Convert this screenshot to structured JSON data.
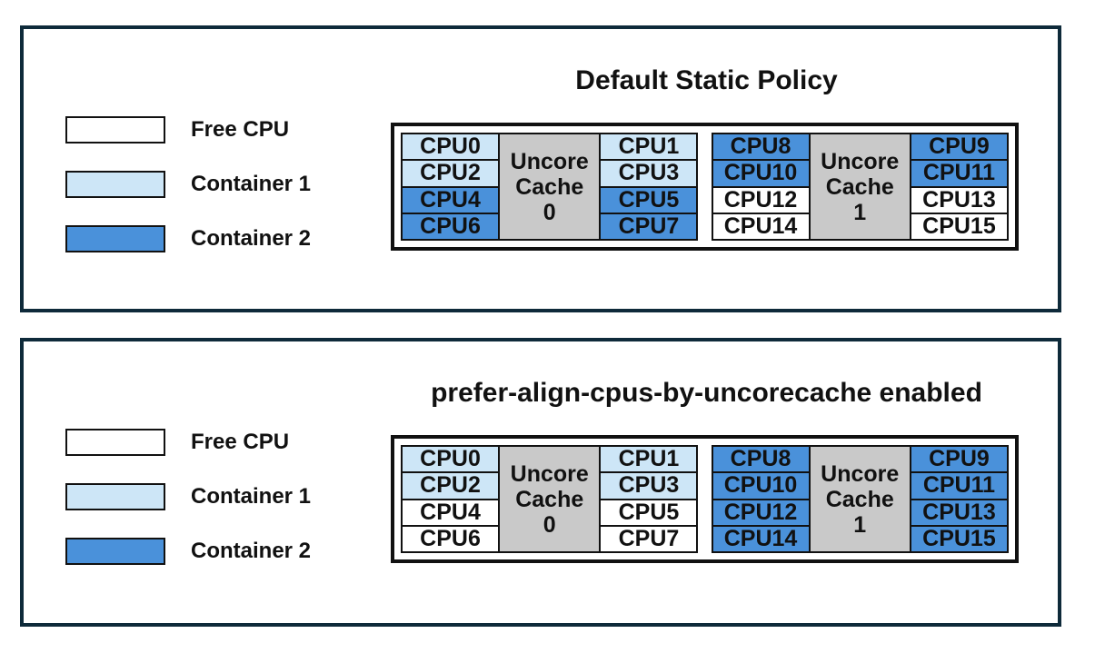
{
  "colors": {
    "free": "#ffffff",
    "container1": "#cde6f7",
    "container2": "#4a91da",
    "cache_gray": "#c9c9c9",
    "panel_border": "#0e2a3a",
    "line_black": "#111111"
  },
  "legend": [
    {
      "label": "Free CPU",
      "color_key": "free"
    },
    {
      "label": "Container 1",
      "color_key": "container1"
    },
    {
      "label": "Container 2",
      "color_key": "container2"
    }
  ],
  "panels": [
    {
      "title": "Default Static Policy",
      "groups": [
        {
          "cache_lines": [
            "Uncore",
            "Cache",
            "0"
          ],
          "left": [
            {
              "label": "CPU0",
              "state": "container1"
            },
            {
              "label": "CPU2",
              "state": "container1"
            },
            {
              "label": "CPU4",
              "state": "container2"
            },
            {
              "label": "CPU6",
              "state": "container2"
            }
          ],
          "right": [
            {
              "label": "CPU1",
              "state": "container1"
            },
            {
              "label": "CPU3",
              "state": "container1"
            },
            {
              "label": "CPU5",
              "state": "container2"
            },
            {
              "label": "CPU7",
              "state": "container2"
            }
          ]
        },
        {
          "cache_lines": [
            "Uncore",
            "Cache",
            "1"
          ],
          "left": [
            {
              "label": "CPU8",
              "state": "container2"
            },
            {
              "label": "CPU10",
              "state": "container2"
            },
            {
              "label": "CPU12",
              "state": "free"
            },
            {
              "label": "CPU14",
              "state": "free"
            }
          ],
          "right": [
            {
              "label": "CPU9",
              "state": "container2"
            },
            {
              "label": "CPU11",
              "state": "container2"
            },
            {
              "label": "CPU13",
              "state": "free"
            },
            {
              "label": "CPU15",
              "state": "free"
            }
          ]
        }
      ]
    },
    {
      "title": "prefer-align-cpus-by-uncorecache enabled",
      "groups": [
        {
          "cache_lines": [
            "Uncore",
            "Cache",
            "0"
          ],
          "left": [
            {
              "label": "CPU0",
              "state": "container1"
            },
            {
              "label": "CPU2",
              "state": "container1"
            },
            {
              "label": "CPU4",
              "state": "free"
            },
            {
              "label": "CPU6",
              "state": "free"
            }
          ],
          "right": [
            {
              "label": "CPU1",
              "state": "container1"
            },
            {
              "label": "CPU3",
              "state": "container1"
            },
            {
              "label": "CPU5",
              "state": "free"
            },
            {
              "label": "CPU7",
              "state": "free"
            }
          ]
        },
        {
          "cache_lines": [
            "Uncore",
            "Cache",
            "1"
          ],
          "left": [
            {
              "label": "CPU8",
              "state": "container2"
            },
            {
              "label": "CPU10",
              "state": "container2"
            },
            {
              "label": "CPU12",
              "state": "container2"
            },
            {
              "label": "CPU14",
              "state": "container2"
            }
          ],
          "right": [
            {
              "label": "CPU9",
              "state": "container2"
            },
            {
              "label": "CPU11",
              "state": "container2"
            },
            {
              "label": "CPU13",
              "state": "container2"
            },
            {
              "label": "CPU15",
              "state": "container2"
            }
          ]
        }
      ]
    }
  ]
}
